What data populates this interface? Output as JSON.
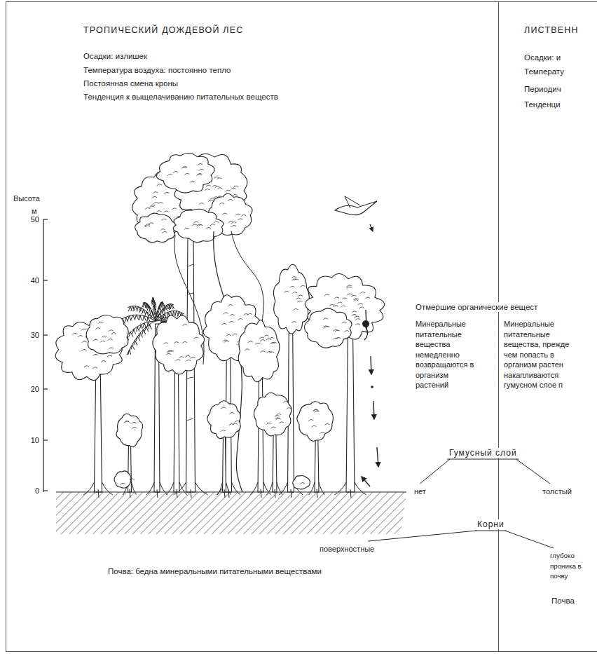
{
  "diagram": {
    "nodes": [
      {
        "text": [
          "ТРОПИЧЕСКИЙ ДОЖДЕВОЙ ЛЕС",
          "Осадки: излишек",
          "Температура воздуха: постоянно тепло",
          "Постоянная смена кроны",
          "Тенденция к выщелачиванию питательных веществ",
          "Почва: бедна минеральными питательными веществами"
        ]
      },
      {
        "text": [
          "ЛИСТВЕНН",
          "Осадки: и",
          "Температу",
          "Периодич",
          "Тенденци",
          "Почва"
        ]
      }
    ],
    "labels": [
      "Высота",
      "м",
      "50",
      "40",
      "30",
      "20",
      "10",
      "0",
      "Отмершие органические вещест",
      "Минеральные питательные вещества немедленно возвращаются в организм растений",
      "Минеральные питательные вещества, прежде чем попасть в организм растен накапливаются гумусном слое п",
      "Гумусный слой",
      "нет",
      "толстый",
      "Корни",
      "поверхностные",
      "глубоко проника в почву"
    ]
  }
}
